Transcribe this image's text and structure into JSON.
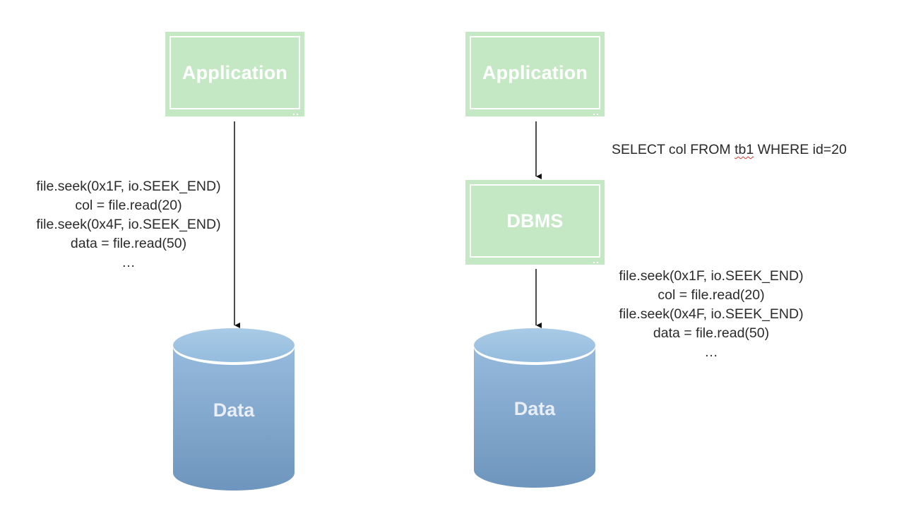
{
  "left": {
    "application_label": "Application",
    "code_lines": [
      "file.seek(0x1F, io.SEEK_END)",
      "col = file.read(20)",
      "file.seek(0x4F, io.SEEK_END)",
      "data = file.read(50)",
      "…"
    ],
    "data_label": "Data"
  },
  "right": {
    "application_label": "Application",
    "query": {
      "before": "SELECT col FROM ",
      "underlined": "tb1",
      "after": " WHERE id=20"
    },
    "dbms_label": "DBMS",
    "code_lines": [
      "file.seek(0x1F, io.SEEK_END)",
      "col = file.read(20)",
      "file.seek(0x4F, io.SEEK_END)",
      "data = file.read(50)",
      "…"
    ],
    "data_label": "Data"
  },
  "colors": {
    "box_fill": "#c5e8c4",
    "cylinder_top": "#9ec3e0",
    "cylinder_body_top": "#8fb3d6",
    "cylinder_body_bottom": "#6f96bf",
    "arrow": "#111111",
    "spellcheck_underline": "#d33a2c"
  }
}
